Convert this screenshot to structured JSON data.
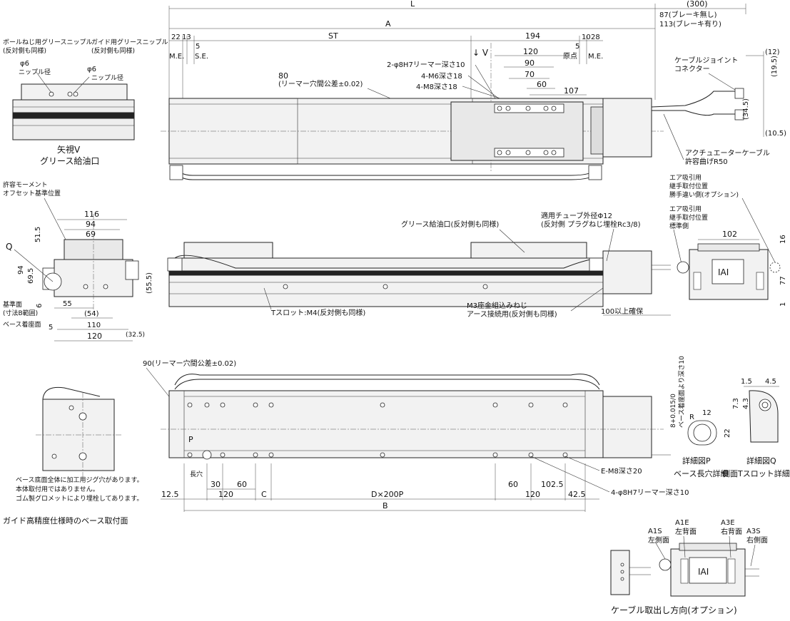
{
  "colors": {
    "ink": "#222222",
    "paper": "#ffffff",
    "body_fill": "#f2f2f2"
  },
  "top_view": {
    "L": "L",
    "dim_300": "(300)",
    "A": "A",
    "brake_none": "87(ブレーキ無し)",
    "brake_with": "113(ブレーキ有り)",
    "d22": "22",
    "d13": "13",
    "d5_left": "5",
    "ME_left": "M.E.",
    "SE": "S.E.",
    "ST": "ST",
    "d194": "194",
    "d10": "10",
    "d28": "28",
    "d5_right": "5",
    "ME_right": "M.E.",
    "origin": "原点",
    "view_V": "↓ V",
    "d120": "120",
    "d90": "90",
    "d70": "70",
    "d60": "60",
    "d107": "107",
    "reamer_2": "2-φ8H7リーマー深さ10",
    "m6": "4-M6深さ18",
    "m8": "4-M8深さ18",
    "d80": "80",
    "reamer_tol": "(リーマー穴間公差±0.02)",
    "cable_joint_1": "ケーブルジョイント",
    "cable_joint_2": "コネクター",
    "d12": "(12)",
    "d19_5": "(19.5)",
    "d34_5": "(34.5)",
    "d10_5": "(10.5)",
    "actuator_cable": "アクチュエーターケーブル",
    "bend_radius": "許容曲げR50"
  },
  "view_v": {
    "ballscrew": "ボールねじ用グリースニップル",
    "ballscrew_sub": "(反対側も同様)",
    "guide": "ガイド用グリースニップル",
    "guide_sub": "(反対側も同様)",
    "phi6_a": "φ6",
    "nipple_a": "ニップル径",
    "phi6_b": "φ6",
    "nipple_b": "ニップル径",
    "title": "矢視V",
    "subtitle": "グリース給油口"
  },
  "end_view_left": {
    "moment_1": "許容モーメント",
    "moment_2": "オフセット基準位置",
    "d116": "116",
    "d94": "94",
    "d69": "69",
    "d51_5": "51.5",
    "Q": "Q",
    "d94v": "94",
    "d69_5": "69.5",
    "d6": "6",
    "d55": "55",
    "d54": "(54)",
    "d110": "110",
    "d120": "120",
    "d32_5": "(32.5)",
    "d55_5": "(55.5)",
    "d5": "5",
    "ref_1": "基準面",
    "ref_2": "(寸法B範囲)",
    "base_face": "ベース着座面"
  },
  "side_view": {
    "grease_port": "グリース給油口(反対側も同様)",
    "tube_1": "適用チューブ外径Φ12",
    "tube_2": "(反対側 プラグねじ埋栓Rc3/8)",
    "t_slot": "Tスロット:M4(反対側も同様)",
    "m3_1": "M3座金組込みねじ",
    "m3_2": "アース接続用(反対側も同様)",
    "clearance": "100以上確保"
  },
  "end_view_right": {
    "air_opt_1": "エア吸引用",
    "air_opt_2": "継手取付位置",
    "air_opt_3": "勝手違い側(オプション)",
    "air_std_1": "エア吸引用",
    "air_std_2": "継手取付位置",
    "air_std_3": "標準側",
    "d102": "102",
    "d16": "16",
    "d77": "77",
    "d1": "1",
    "logo": "IAI"
  },
  "bottom_view": {
    "d90": "90(リーマー穴間公差±0.02)",
    "P": "P",
    "long_hole": "長穴",
    "d12_5": "12.5",
    "d120_a": "120",
    "d30": "30",
    "d60_a": "60",
    "C": "C",
    "DxP": "D×200P",
    "d60_b": "60",
    "d120_b": "120",
    "d102_5": "102.5",
    "d42_5": "42.5",
    "B": "B",
    "E_M8": "E-M8深さ20",
    "reamer_4": "4-φ8H7リーマー深さ10"
  },
  "guide_base": {
    "note_1": "ベース底面全体に加工用ジグ穴があります。",
    "note_2": "本体取付用ではありません。",
    "note_3": "ゴム製グロメットにより埋栓してあります。",
    "title": "ガイド高精度仕様時のベース取付面"
  },
  "detail_p": {
    "depth": "ベース着座面より深さ10",
    "tol": "8+0.015/0",
    "R": "R",
    "d12": "12",
    "d22": "22",
    "title_1": "詳細図P",
    "title_2": "ベース長穴詳細"
  },
  "detail_q": {
    "d1_5": "1.5",
    "d4_5": "4.5",
    "d7_3": "7.3",
    "d4_3": "4.3",
    "title_1": "詳細図Q",
    "title_2": "側面Tスロット詳細"
  },
  "cable_option": {
    "A1S": "A1S",
    "A1S_sub": "左側面",
    "A1E": "A1E",
    "A1E_sub": "左背面",
    "A3E": "A3E",
    "A3E_sub": "右背面",
    "A3S": "A3S",
    "A3S_sub": "右側面",
    "logo": "IAI",
    "title": "ケーブル取出し方向(オプション)"
  }
}
